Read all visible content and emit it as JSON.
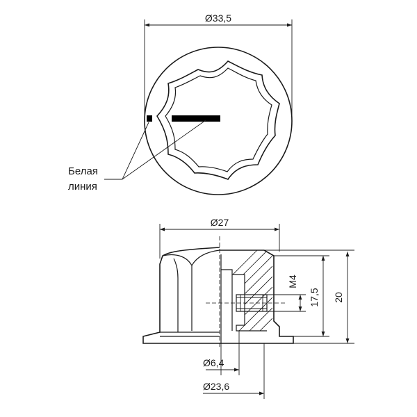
{
  "top_view": {
    "diameter_label": "Ø33,5",
    "note_line1": "Белая",
    "note_line2": "линия"
  },
  "side_view": {
    "outer_diameter_label": "Ø27",
    "shaft_diameter_label": "Ø6,4",
    "base_diameter_label": "Ø23,6",
    "screw_label": "M4",
    "inner_height_label": "17,5",
    "total_height_label": "20"
  }
}
